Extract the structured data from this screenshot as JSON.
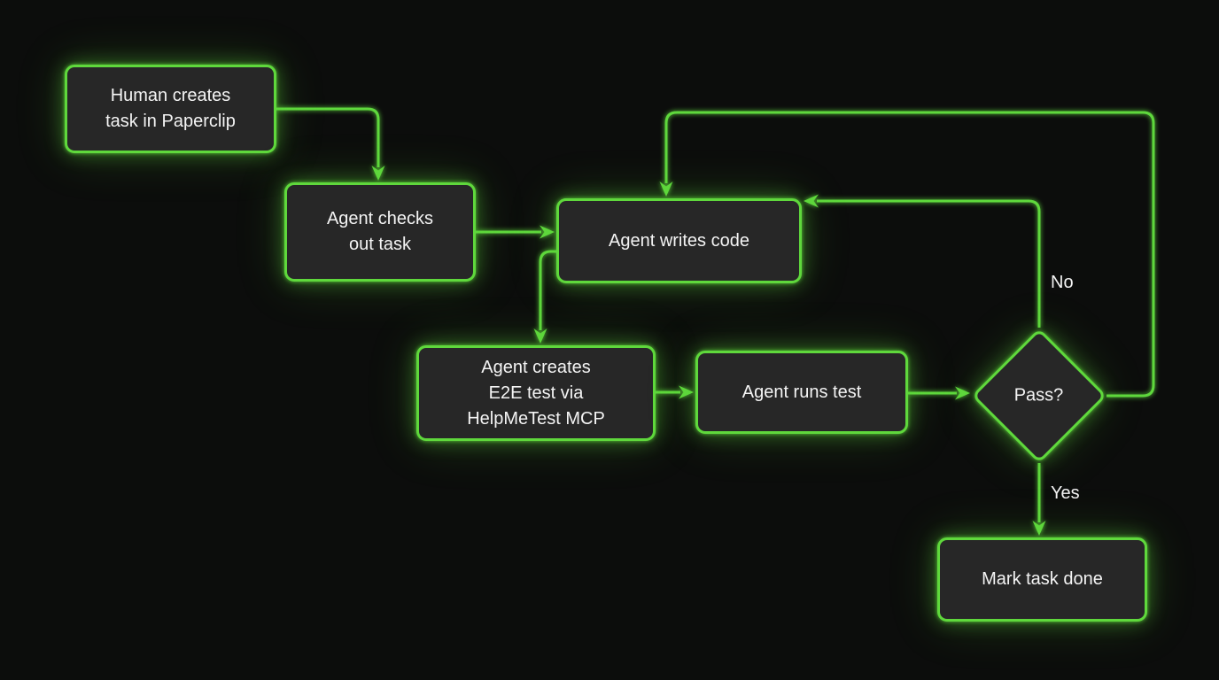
{
  "theme": {
    "background": "#0c0d0c",
    "node_fill": "#272727",
    "accent": "#5fd83c",
    "text": "#f4f4f4"
  },
  "diagram": {
    "type": "flowchart",
    "nodes": [
      {
        "id": "human-creates-task",
        "shape": "rect",
        "label": "Human creates\ntask in Paperclip"
      },
      {
        "id": "agent-checks-out-task",
        "shape": "rect",
        "label": "Agent checks\nout task"
      },
      {
        "id": "agent-writes-code",
        "shape": "rect",
        "label": "Agent writes code"
      },
      {
        "id": "agent-creates-e2e-test",
        "shape": "rect",
        "label": "Agent creates\nE2E test via\nHelpMeTest MCP"
      },
      {
        "id": "agent-runs-test",
        "shape": "rect",
        "label": "Agent runs test"
      },
      {
        "id": "pass-decision",
        "shape": "diamond",
        "label": "Pass?"
      },
      {
        "id": "mark-task-done",
        "shape": "rect",
        "label": "Mark task done"
      }
    ],
    "edges": [
      {
        "from": "human-creates-task",
        "to": "agent-checks-out-task",
        "label": ""
      },
      {
        "from": "agent-checks-out-task",
        "to": "agent-writes-code",
        "label": ""
      },
      {
        "from": "agent-writes-code",
        "to": "agent-creates-e2e-test",
        "label": ""
      },
      {
        "from": "agent-creates-e2e-test",
        "to": "agent-runs-test",
        "label": ""
      },
      {
        "from": "agent-runs-test",
        "to": "pass-decision",
        "label": ""
      },
      {
        "from": "pass-decision",
        "to": "agent-writes-code",
        "label": "No",
        "route": "top-of-decision"
      },
      {
        "from": "pass-decision",
        "to": "agent-writes-code",
        "label": "",
        "route": "outer-top-loop"
      },
      {
        "from": "pass-decision",
        "to": "mark-task-done",
        "label": "Yes",
        "route": "bottom-of-decision"
      }
    ]
  }
}
